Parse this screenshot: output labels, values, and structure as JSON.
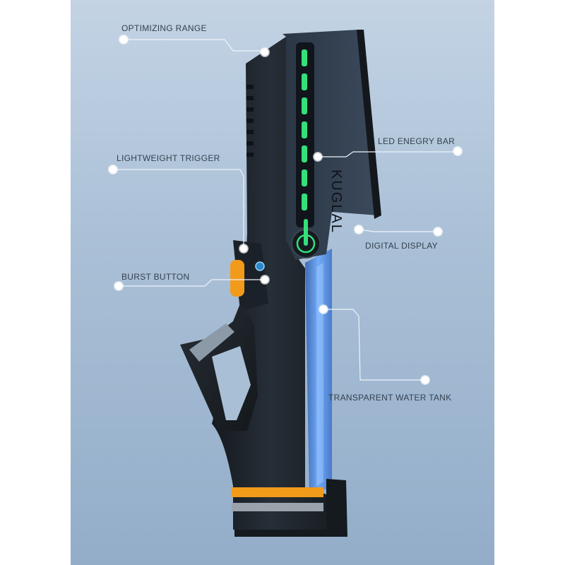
{
  "callouts": {
    "optimizing_range": "OPTIMIZING RANGE",
    "led_energy_bar": "LED ENEGRY BAR",
    "lightweight_trigger": "LIGHTWEIGHT TRIGGER",
    "digital_display": "DIGITAL DISPLAY",
    "burst_button": "BURST BUTTON",
    "transparent_water_tank": "TRANSPARENT WATER TANK"
  },
  "product": {
    "brand_mark": "KUGLAL",
    "led_segments_lit": 7
  },
  "colors": {
    "panel_top": "#c3d3e4",
    "panel_bottom": "#93adc9",
    "body_dark": "#1f252c",
    "body_mid": "#2c3642",
    "led_green": "#35e07a",
    "accent_orange": "#f29a1a",
    "tank_blue": "#4f8fe8",
    "label_text": "#33414f"
  }
}
